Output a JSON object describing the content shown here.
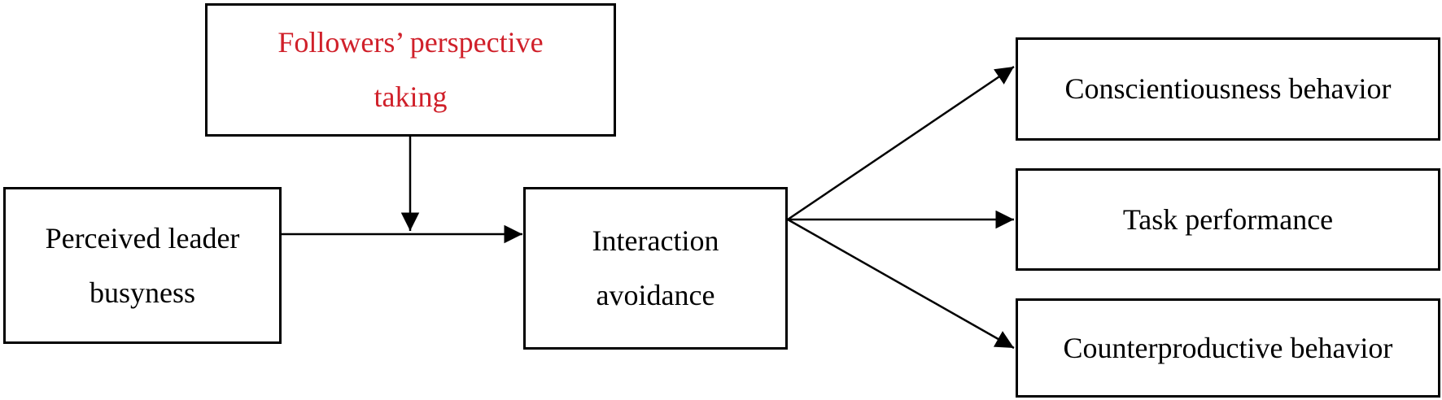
{
  "nodes": {
    "moderator": {
      "line1": "Followers’ perspective",
      "line2": "taking",
      "color": "#d0202a"
    },
    "predictor": {
      "line1": "Perceived leader",
      "line2": "busyness"
    },
    "mediator": {
      "line1": "Interaction",
      "line2": "avoidance"
    },
    "outcome1": {
      "label": "Conscientiousness behavior"
    },
    "outcome2": {
      "label": "Task performance"
    },
    "outcome3": {
      "label": "Counterproductive behavior"
    }
  }
}
